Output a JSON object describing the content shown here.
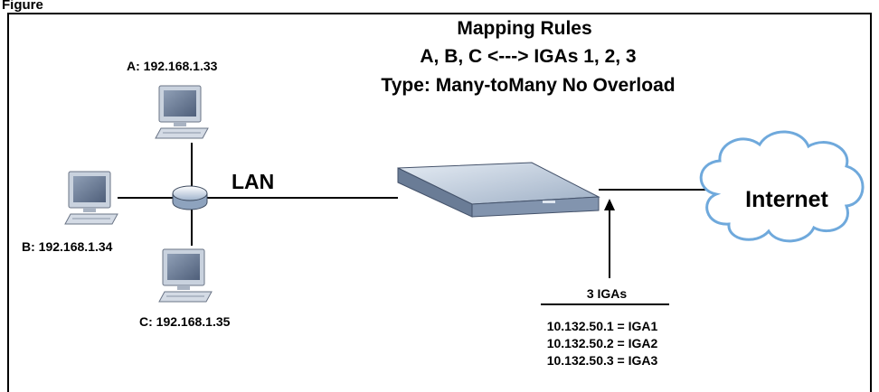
{
  "figure_label": "Figure",
  "rules": {
    "heading": "Mapping Rules",
    "mapping": "A, B, C <---> IGAs 1, 2, 3",
    "type": "Type: Many-toMany No Overload"
  },
  "hosts": {
    "a": "A: 192.168.1.33",
    "b": "B: 192.168.1.34",
    "c": "C: 192.168.1.35"
  },
  "lan_label": "LAN",
  "internet_label": "Internet",
  "igas": {
    "heading": "3 IGAs",
    "lines": [
      "10.132.50.1 = IGA1",
      "10.132.50.2 = IGA2",
      "10.132.50.3 = IGA3"
    ]
  }
}
